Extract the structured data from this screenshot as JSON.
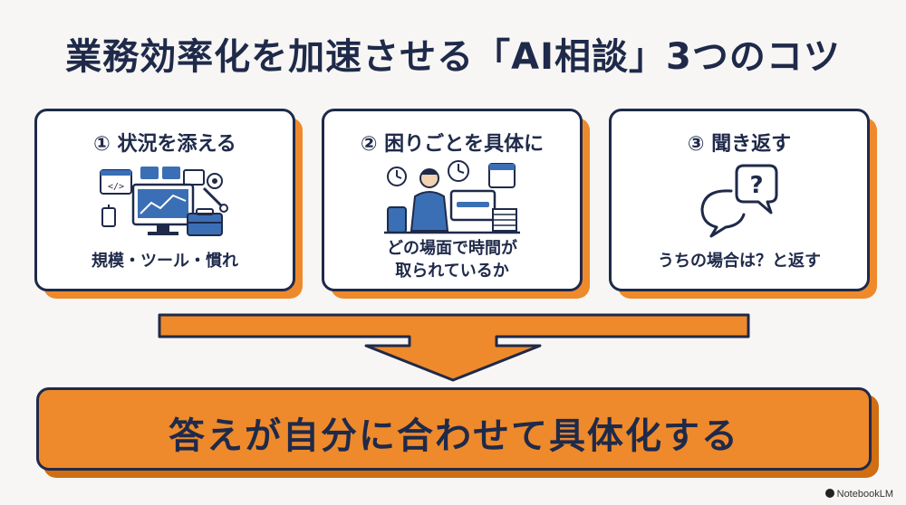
{
  "title": "業務効率化を加速させる「AI相談」3つのコツ",
  "tips": [
    {
      "title": "① 状況を添える",
      "caption_lines": [
        "規模・ツール・慣れ"
      ],
      "art": "it-tools-illustration"
    },
    {
      "title": "② 困りごとを具体に",
      "caption_lines": [
        "どの場面で時間が",
        "取られているか"
      ],
      "art": "busy-worker-illustration"
    },
    {
      "title": "③ 聞き返す",
      "caption_lines": [
        "うちの場合は？と返す"
      ],
      "art": "question-bubbles-icon"
    }
  ],
  "result": "答えが自分に合わせて具体化する",
  "brand": "NotebookLM",
  "colors": {
    "navy": "#1f2a4a",
    "orange": "#ee8a2b",
    "blue": "#3a6fb5",
    "background": "#f7f6f4"
  }
}
